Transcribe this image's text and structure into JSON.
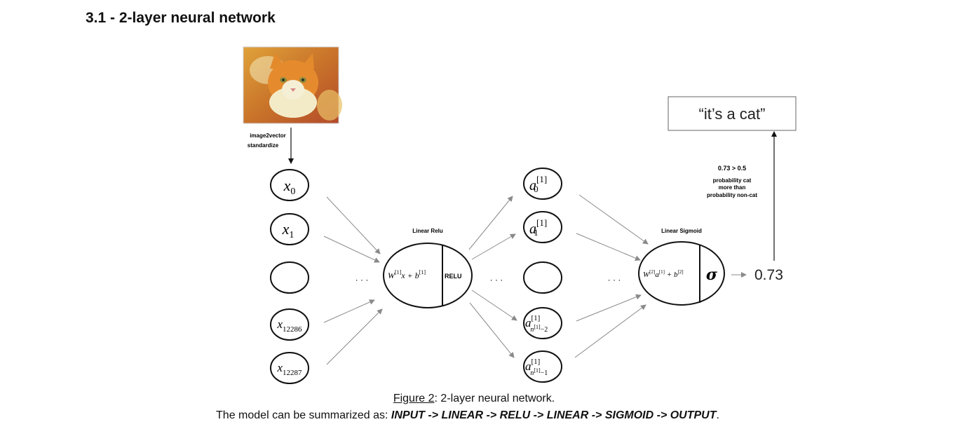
{
  "section_title": "3.1 - 2-layer neural network",
  "input_image": {
    "icon": "cat-photo"
  },
  "preprocess": {
    "line1": "image2vector",
    "line2": "standardize"
  },
  "input_nodes": [
    {
      "base": "x",
      "sub": "0"
    },
    {
      "base": "x",
      "sub": "1"
    },
    {
      "base": "",
      "sub": ""
    },
    {
      "base": "x",
      "sub": "12286"
    },
    {
      "base": "x",
      "sub": "12287"
    }
  ],
  "hidden_nodes": [
    {
      "base": "a",
      "sup": "[1]",
      "sub": "0"
    },
    {
      "base": "a",
      "sup": "[1]",
      "sub": "1"
    },
    {
      "base": "",
      "sup": "",
      "sub": ""
    },
    {
      "base": "a",
      "sup": "[1]",
      "sub": "n",
      "subsup": "[1]",
      "subtail": "−2"
    },
    {
      "base": "a",
      "sup": "[1]",
      "sub": "n",
      "subsup": "[1]",
      "subtail": "−1"
    }
  ],
  "ellipsis": "· · ·",
  "layer1": {
    "label": "Linear Relu",
    "w": "W",
    "sup": "[1]",
    "mid": "x + b",
    "sup2": "[1]",
    "activation": "RELU"
  },
  "layer2": {
    "label": "Linear Sigmoid",
    "w": "W",
    "sup": "[2]",
    "a": "a",
    "asup": "[1]",
    "plus": " + b",
    "bsup": "[2]",
    "activation": "σ"
  },
  "output": {
    "value": "0.73"
  },
  "decision": {
    "line1": "0.73 > 0.5",
    "line2": "probability cat",
    "line3": "more than",
    "line4": "probability non-cat"
  },
  "result_text": "“it’s a cat”",
  "caption": {
    "figure_ref": "Figure 2",
    "figure_text": ": 2-layer neural network.",
    "summary_prefix": "The model can be summarized as: ",
    "summary_model": "INPUT -> LINEAR -> RELU -> LINEAR -> SIGMOID -> OUTPUT",
    "summary_suffix": "."
  },
  "colors": {
    "arrow": "#8a8a8a",
    "stroke": "#111111",
    "box_border": "#666666"
  }
}
